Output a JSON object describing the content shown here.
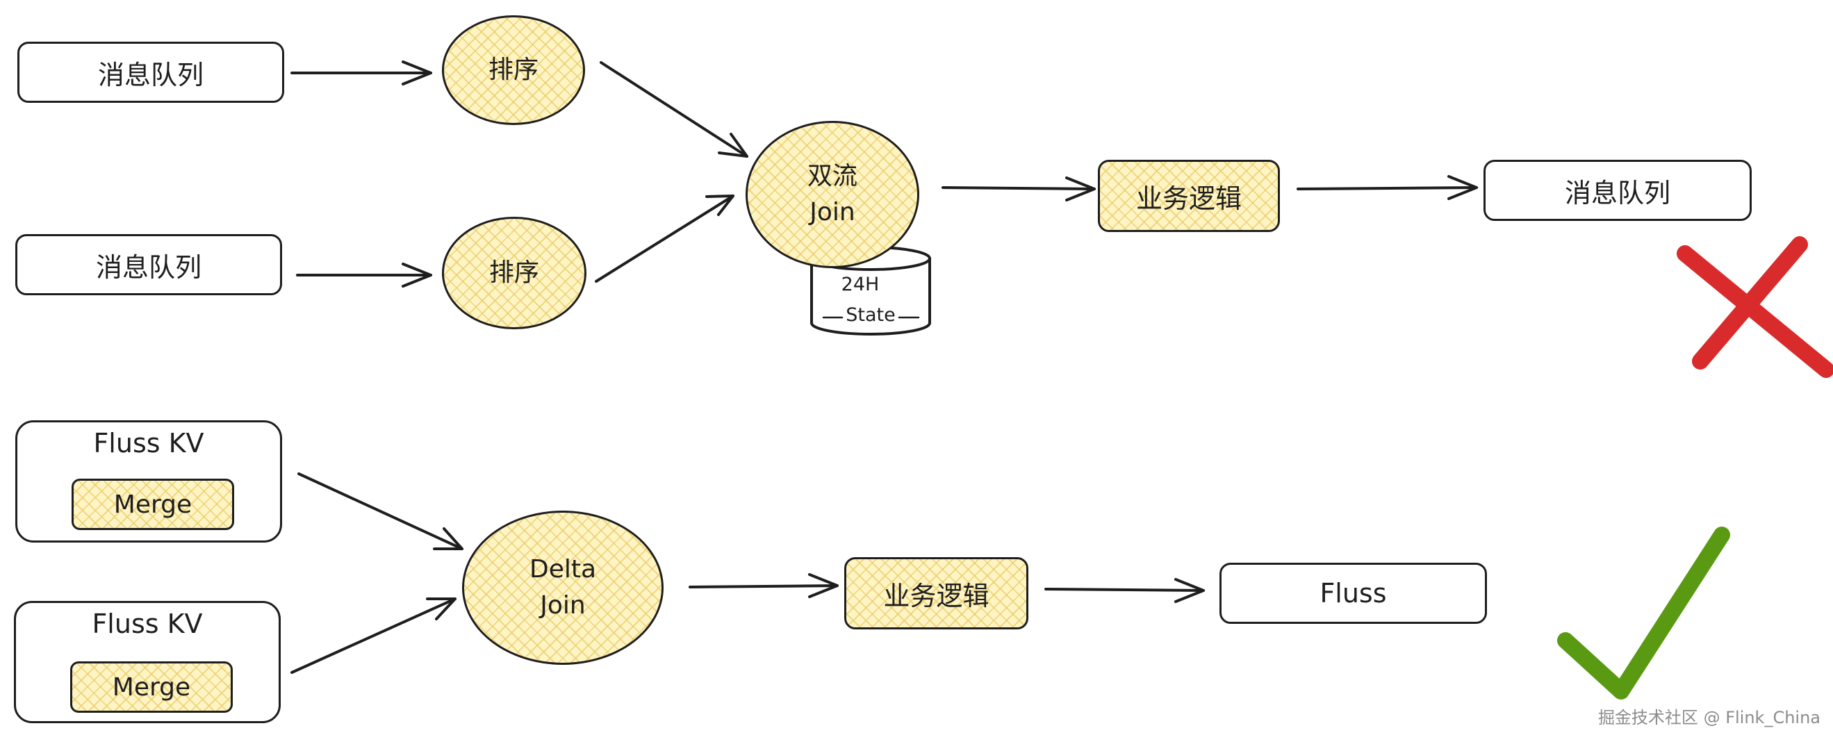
{
  "top_flow": {
    "source_a": "消息队列",
    "source_b": "消息队列",
    "sort_a": "排序",
    "sort_b": "排序",
    "join_line1": "双流",
    "join_line2": "Join",
    "state_line1": "24H",
    "state_line2": "State",
    "logic": "业务逻辑",
    "sink": "消息队列",
    "verdict_icon": "red-cross-icon"
  },
  "bottom_flow": {
    "source_a_title": "Fluss KV",
    "source_a_inner": "Merge",
    "source_b_title": "Fluss KV",
    "source_b_inner": "Merge",
    "join_line1": "Delta",
    "join_line2": "Join",
    "logic": "业务逻辑",
    "sink": "Fluss",
    "verdict_icon": "green-check-icon"
  },
  "watermark": "掘金技术社区 @ Flink_China",
  "colors": {
    "stroke": "#1e1e1e",
    "hatch_fill": "#fff5c4",
    "cross": "#d92b2b",
    "check": "#5a9a12"
  }
}
